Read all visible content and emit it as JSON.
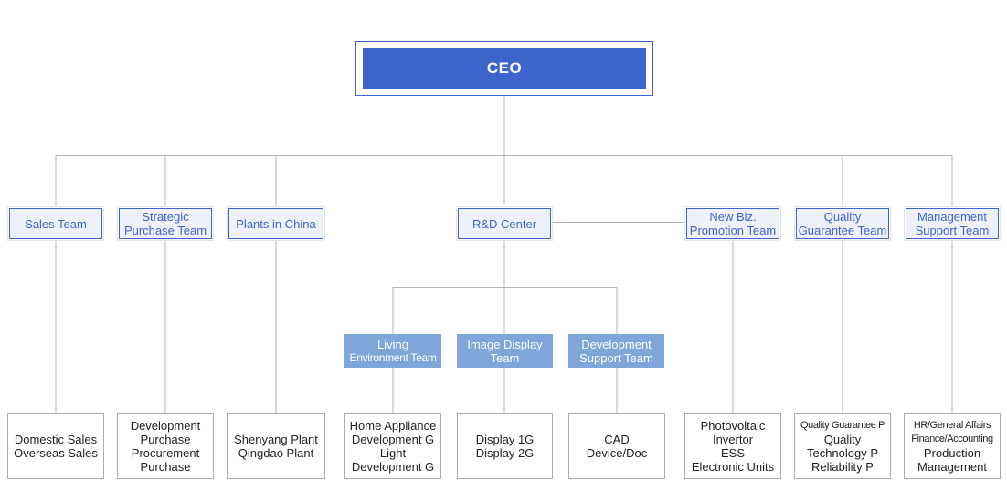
{
  "ceo": {
    "label": "CEO"
  },
  "teams": {
    "sales": [
      "Sales Team"
    ],
    "strategic": [
      "Strategic",
      "Purchase Team"
    ],
    "plants": [
      "Plants in China"
    ],
    "rnd": [
      "R&D Center"
    ],
    "newbiz": [
      "New Biz.",
      "Promotion Team"
    ],
    "quality": [
      "Quality",
      "Guarantee Team"
    ],
    "management": [
      "Management",
      "Support Team"
    ]
  },
  "rnd_groups": {
    "living": [
      "Living",
      "Environment Team"
    ],
    "image": [
      "Image Display",
      "Team"
    ],
    "devsupport": [
      "Development",
      "Support Team"
    ]
  },
  "leaves": {
    "sales": [
      "Domestic Sales",
      "Overseas Sales"
    ],
    "strategic": [
      "Development",
      "Purchase",
      "Procurement",
      "Purchase"
    ],
    "plants": [
      "Shenyang Plant",
      "Qingdao Plant"
    ],
    "living": [
      "Home Appliance",
      "Development G",
      "Light",
      "Development G"
    ],
    "image": [
      "Display 1G",
      "Display 2G"
    ],
    "devsupport": [
      "CAD",
      "Device/Doc"
    ],
    "newbiz": [
      "Photovoltaic",
      "Invertor",
      "ESS",
      "Electronic Units"
    ],
    "quality": [
      "Quality Guarantee P",
      "Quality",
      "Technology P",
      "Reliability P"
    ],
    "management": [
      "HR/General Affairs",
      "Finance/Accounting",
      "Production",
      "Management"
    ]
  },
  "colors": {
    "primary": "#3d63cc",
    "sub_team": "#7ea6d9",
    "team_bg": "#eef1f7",
    "connector": "#b5b5b5",
    "leaf_border": "#aaaaaa"
  }
}
